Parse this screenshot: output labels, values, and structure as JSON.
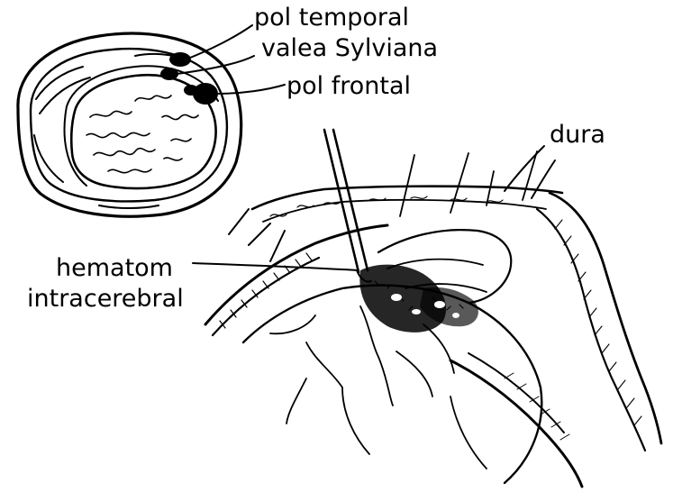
{
  "labels": {
    "pol_temporal": "pol temporal",
    "valea_sylviana": "valea Sylviana",
    "pol_frontal": "pol frontal",
    "dura": "dura",
    "hematom_line1": "hematom",
    "hematom_line2": "intracerebral"
  },
  "colors": {
    "ink": "#000000",
    "background": "#ffffff"
  }
}
